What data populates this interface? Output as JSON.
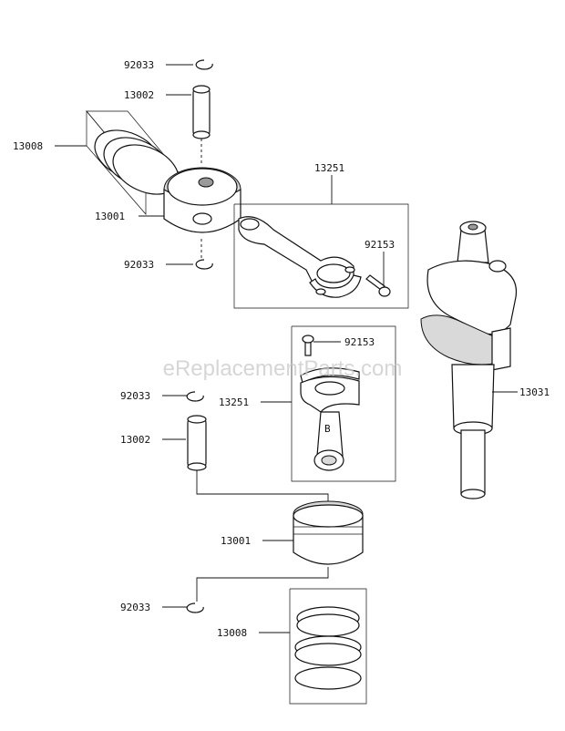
{
  "callouts": {
    "snap_ring_top_upper": "92033",
    "pin_top": "13002",
    "rings_top": "13008",
    "piston_top": "13001",
    "snap_ring_top_lower": "92033",
    "rod_assembly_top": "13251",
    "bolt_top": "92153",
    "bolt_lower": "92153",
    "rod_assembly_lower": "13251",
    "crankshaft": "13031",
    "snap_ring_bottom_upper": "92033",
    "pin_bottom": "13002",
    "piston_bottom": "13001",
    "snap_ring_bottom_lower": "92033",
    "rings_bottom": "13008"
  },
  "rod_marking": "B",
  "watermark": "eReplacementParts.com"
}
